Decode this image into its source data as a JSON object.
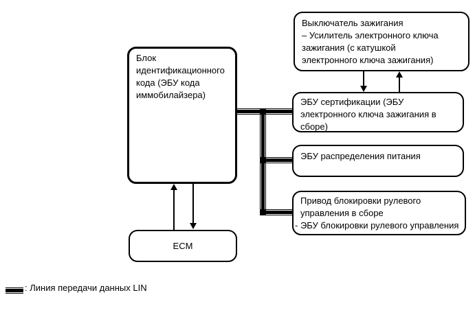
{
  "diagram": {
    "boxes": {
      "immobiliser": {
        "text": "Блок\nидентификационного\nкода (ЭБУ кода\nиммобилайзера)"
      },
      "ignition_switch": {
        "title": "Выключатель зажигания",
        "item": "– Усилитель электронного ключа\nзажигания (с катушкой\nэлектронного ключа зажигания)"
      },
      "certification": {
        "text": "ЭБУ сертификации (ЭБУ\nэлектронного ключа зажигания в\nсборе)"
      },
      "power_distribution": {
        "text": "ЭБУ распределения питания"
      },
      "steering_lock": {
        "title": "Привод блокировки рулевого\nуправления в сборе",
        "item": "- ЭБУ блокировки рулевого управления"
      },
      "ecm": {
        "text": "ECM"
      }
    },
    "legend": {
      "label": ": Линия передачи данных LIN"
    },
    "colors": {
      "line": "#000000",
      "background": "#ffffff"
    }
  }
}
